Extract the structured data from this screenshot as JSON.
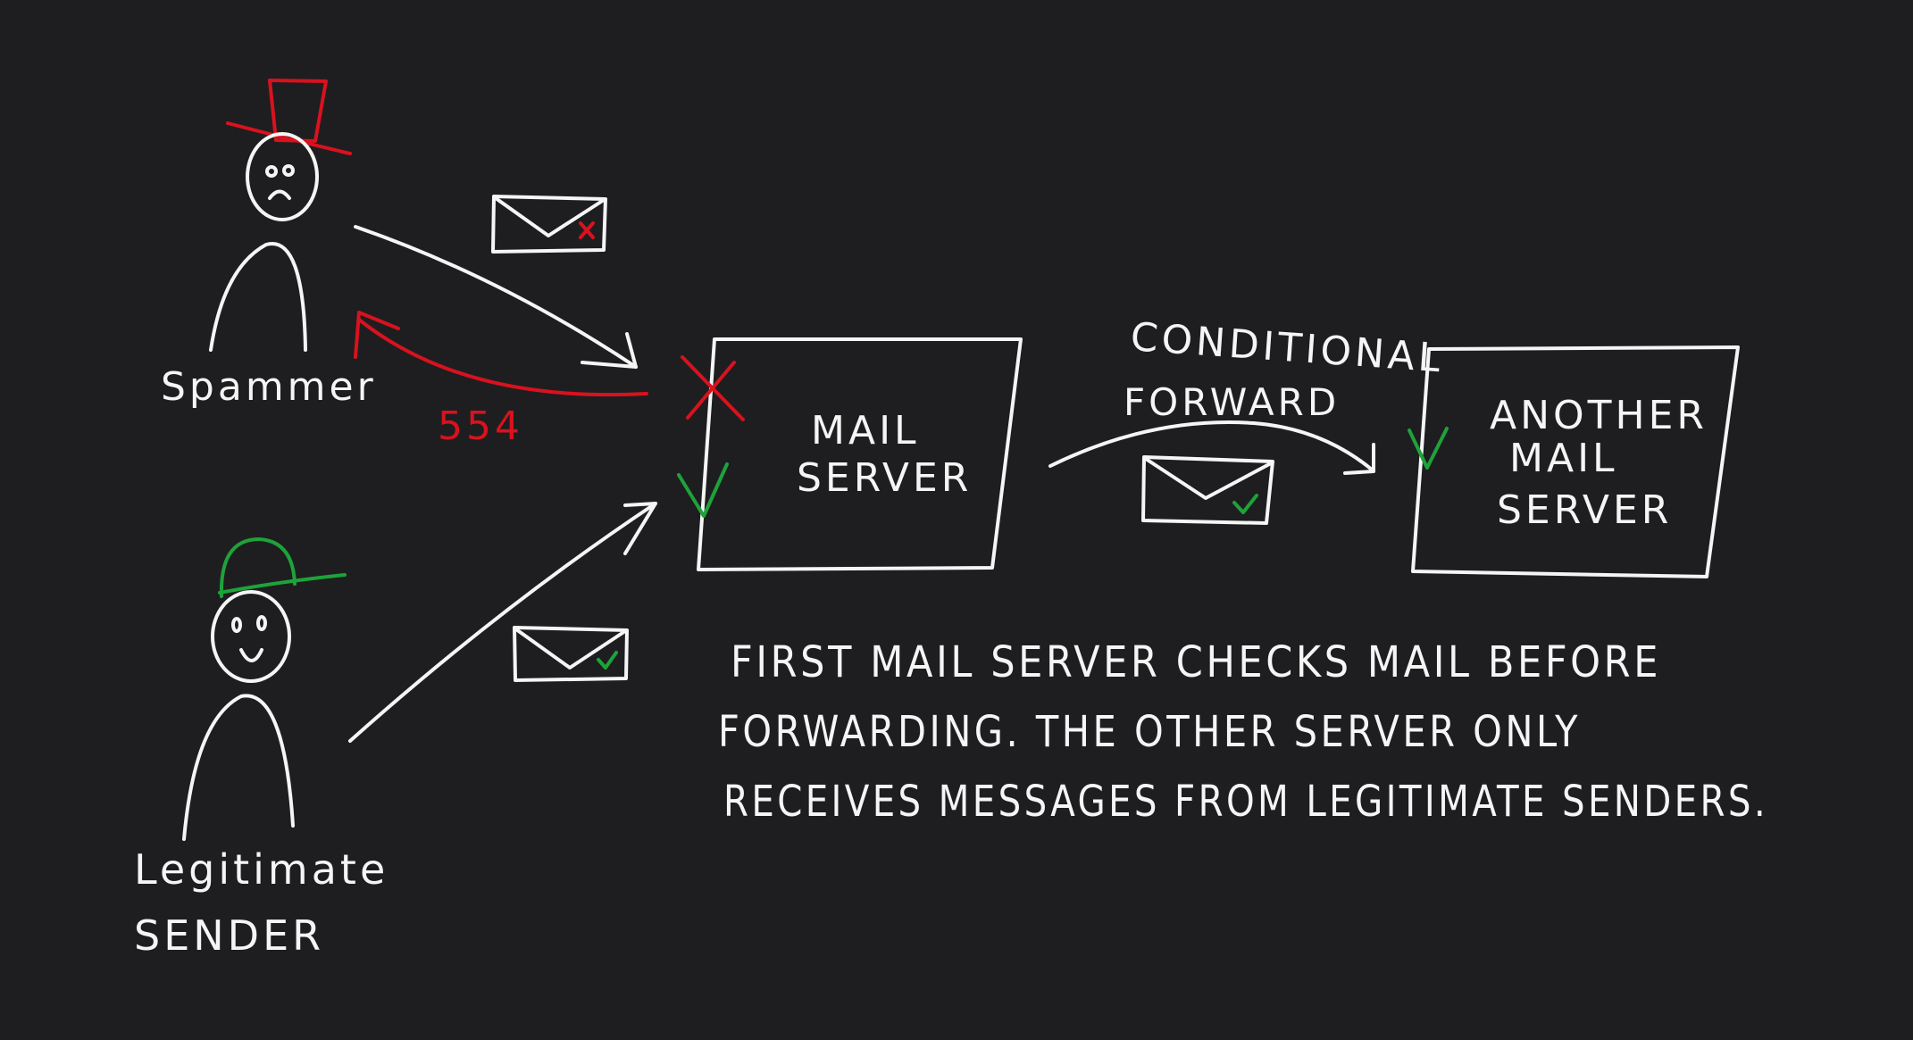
{
  "colors": {
    "background": "#1e1e20",
    "ink": "#f5f5f5",
    "spam": "#d8121e",
    "legit": "#1ea23a"
  },
  "actors": {
    "spammer": {
      "label": "Spammer",
      "hat": "top-hat",
      "face": "sad"
    },
    "legitimate": {
      "label_line1": "Legitimate",
      "label_line2": "SENDER",
      "hat": "cap",
      "face": "happy"
    }
  },
  "servers": {
    "mail_server": {
      "line1": "MAIL",
      "line2": "SERVER"
    },
    "another_mail_server": {
      "line1": "ANOTHER",
      "line2": "MAIL",
      "line3": "SERVER"
    }
  },
  "labels": {
    "rejection_code": "554",
    "forward_line1": "CONDITIONAL",
    "forward_line2": "FORWARD"
  },
  "caption": {
    "line1": "FIRST MAIL SERVER CHECKS MAIL BEFORE",
    "line2": "FORWARDING. THE OTHER SERVER ONLY",
    "line3": "RECEIVES MESSAGES FROM LEGITIMATE SENDERS."
  }
}
